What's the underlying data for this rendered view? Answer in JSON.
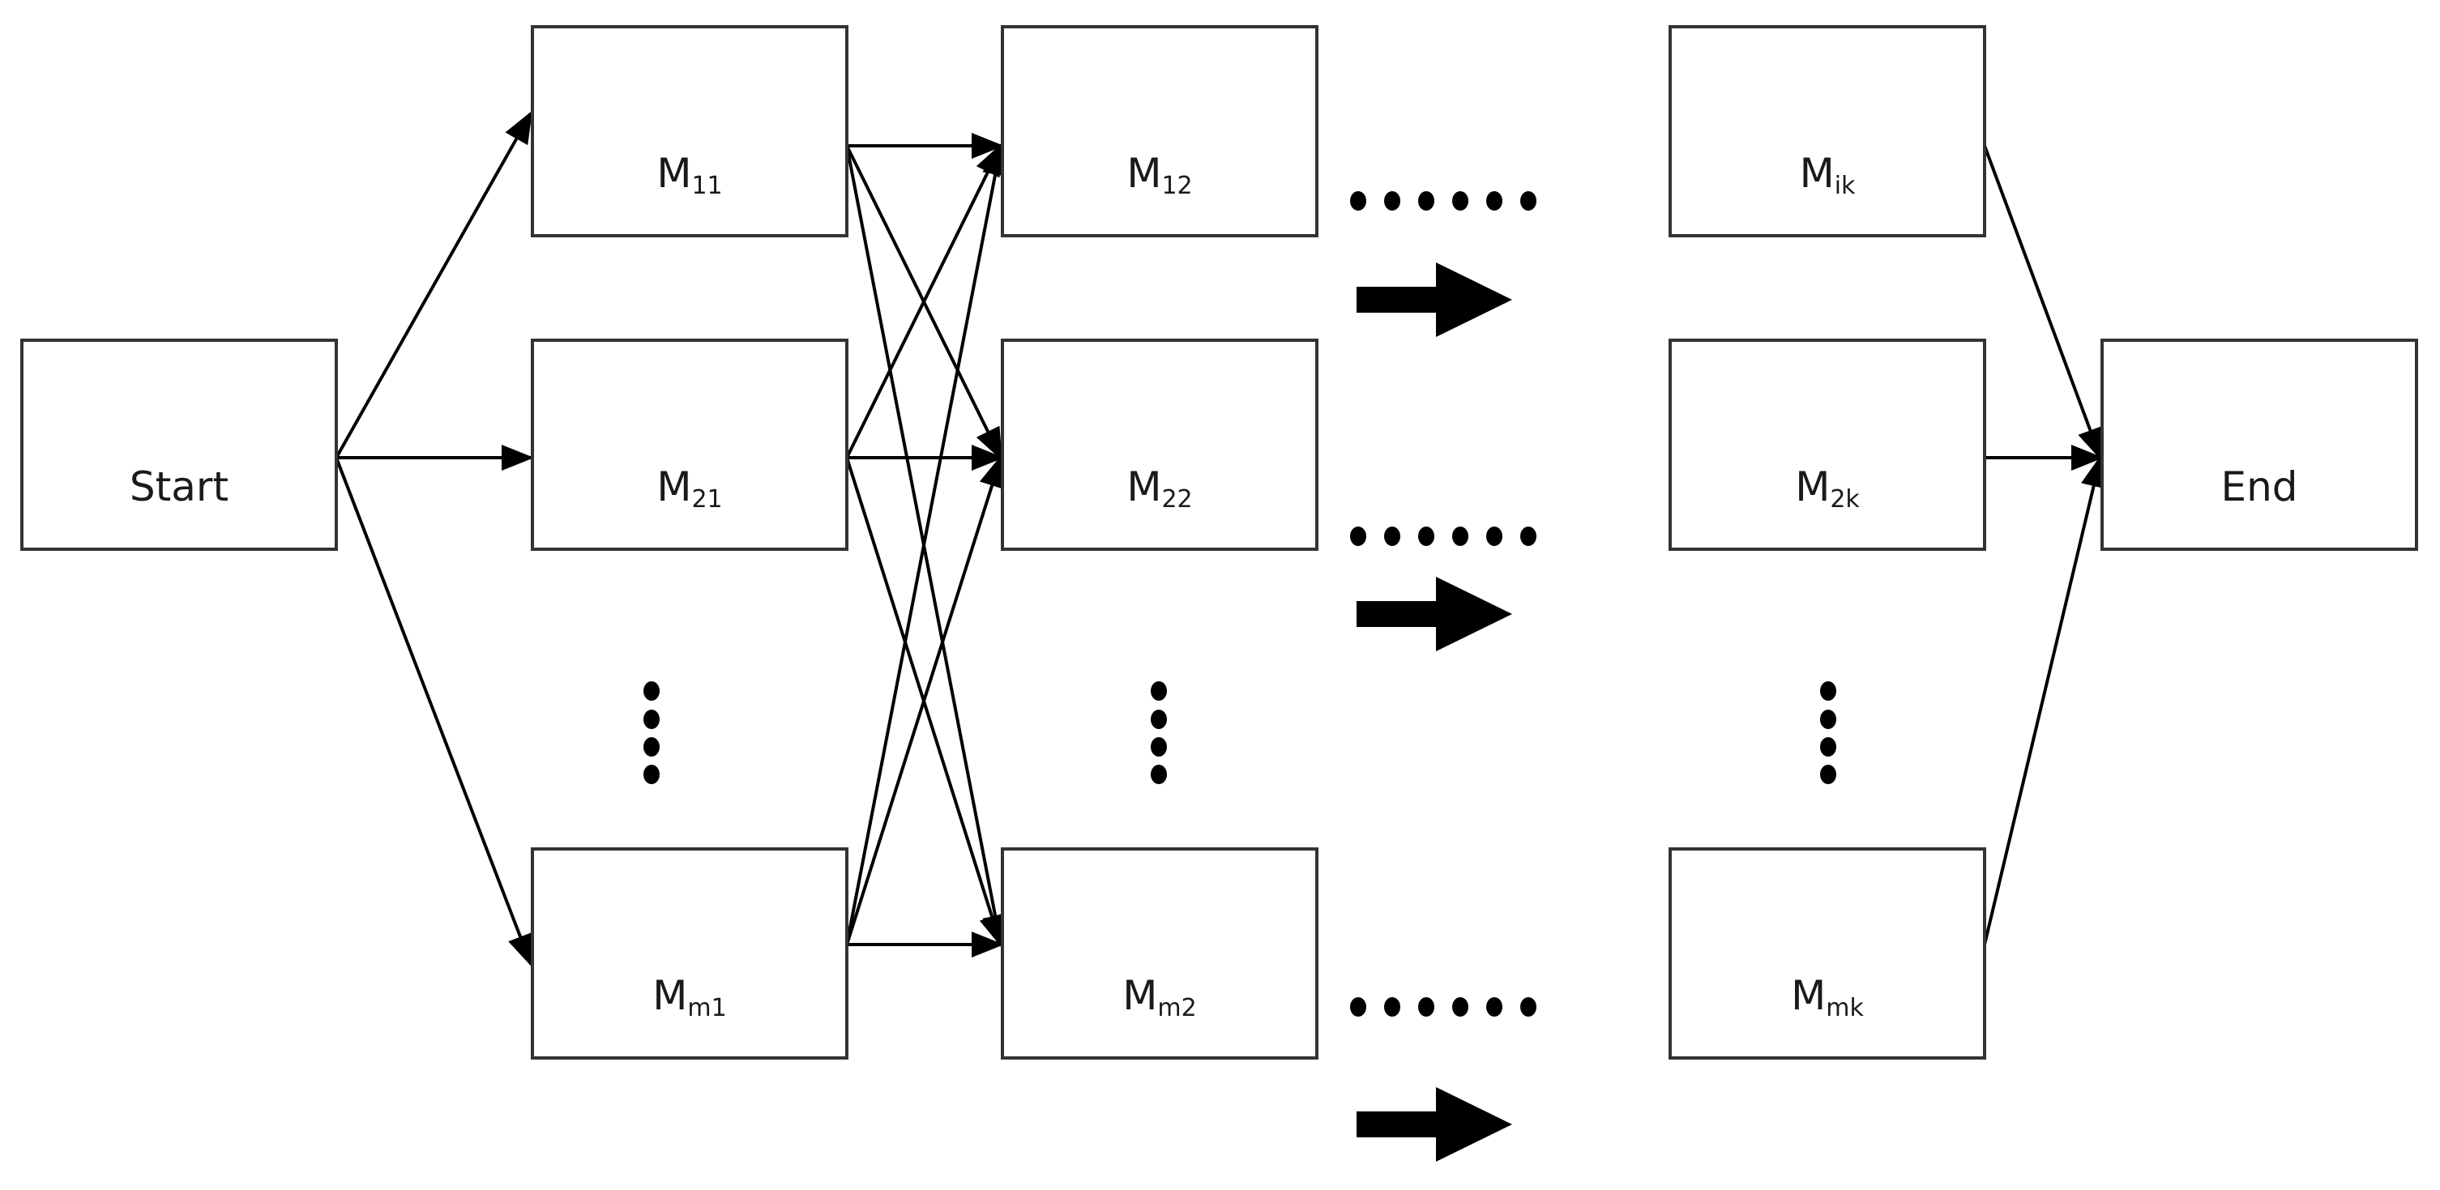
{
  "diagram": {
    "nodes": [
      {
        "id": "start",
        "label": "Start",
        "sub": ""
      },
      {
        "id": "m11",
        "label": "M",
        "sub": "11"
      },
      {
        "id": "m21",
        "label": "M",
        "sub": "21"
      },
      {
        "id": "mm1",
        "label": "M",
        "sub": "m1"
      },
      {
        "id": "m12",
        "label": "M",
        "sub": "12"
      },
      {
        "id": "m22",
        "label": "M",
        "sub": "22"
      },
      {
        "id": "mm2",
        "label": "M",
        "sub": "m2"
      },
      {
        "id": "mik",
        "label": "M",
        "sub": "ik"
      },
      {
        "id": "m2k",
        "label": "M",
        "sub": "2k"
      },
      {
        "id": "mmk",
        "label": "M",
        "sub": "mk"
      },
      {
        "id": "end",
        "label": "End",
        "sub": ""
      }
    ],
    "edges": [
      [
        "start",
        "m11"
      ],
      [
        "start",
        "m21"
      ],
      [
        "start",
        "mm1"
      ],
      [
        "m11",
        "m12"
      ],
      [
        "m11",
        "m22"
      ],
      [
        "m11",
        "mm2"
      ],
      [
        "m21",
        "m12"
      ],
      [
        "m21",
        "m22"
      ],
      [
        "m21",
        "mm2"
      ],
      [
        "mm1",
        "m12"
      ],
      [
        "mm1",
        "m22"
      ],
      [
        "mm1",
        "mm2"
      ],
      [
        "mik",
        "end"
      ],
      [
        "m2k",
        "end"
      ],
      [
        "mmk",
        "end"
      ]
    ],
    "continuation_rows": [
      "row-1",
      "row-2",
      "row-m"
    ],
    "ellipsis_columns": [
      "column-1",
      "column-2",
      "column-k"
    ]
  },
  "colors": {
    "stroke": "#000000",
    "box_border": "#333333",
    "background": "#ffffff"
  }
}
